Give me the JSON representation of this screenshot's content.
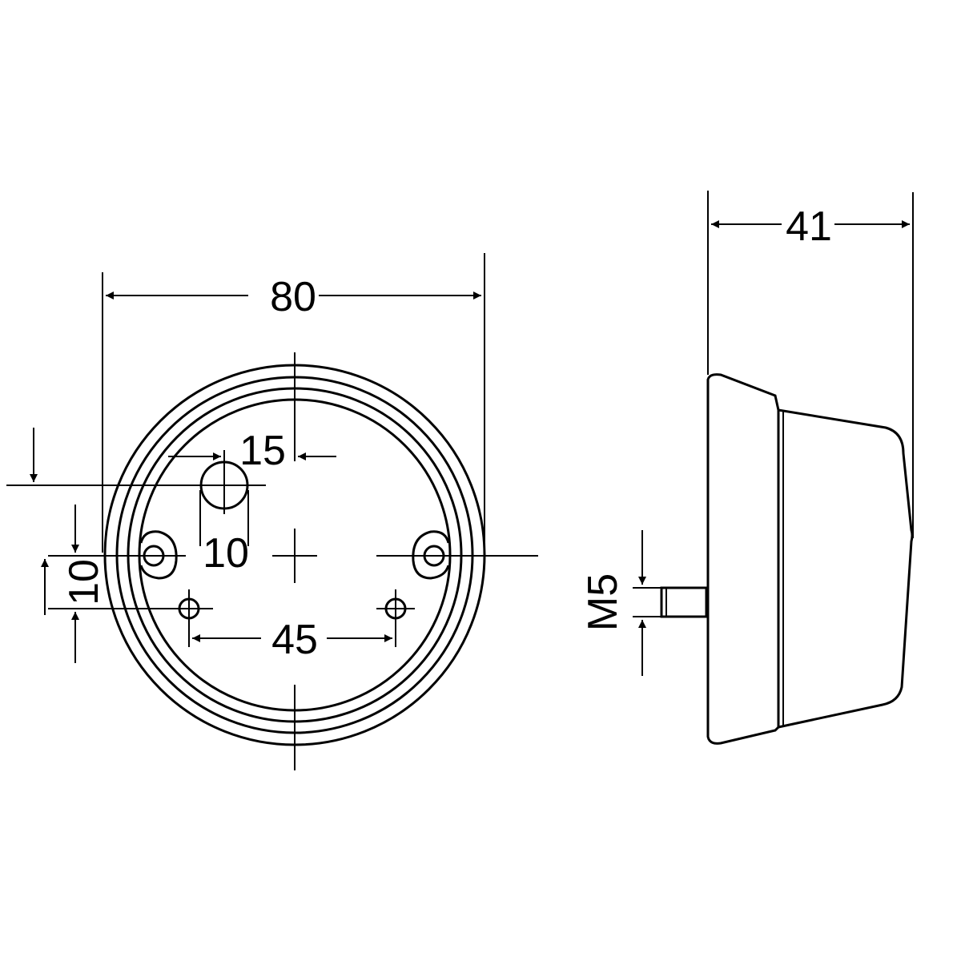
{
  "labels": {
    "overall_diameter": "80",
    "side_depth": "41",
    "hole_offset": "15",
    "hole_size": "10",
    "mount_offset": "10",
    "hole_spacing": "45",
    "stud_thread": "M5"
  }
}
